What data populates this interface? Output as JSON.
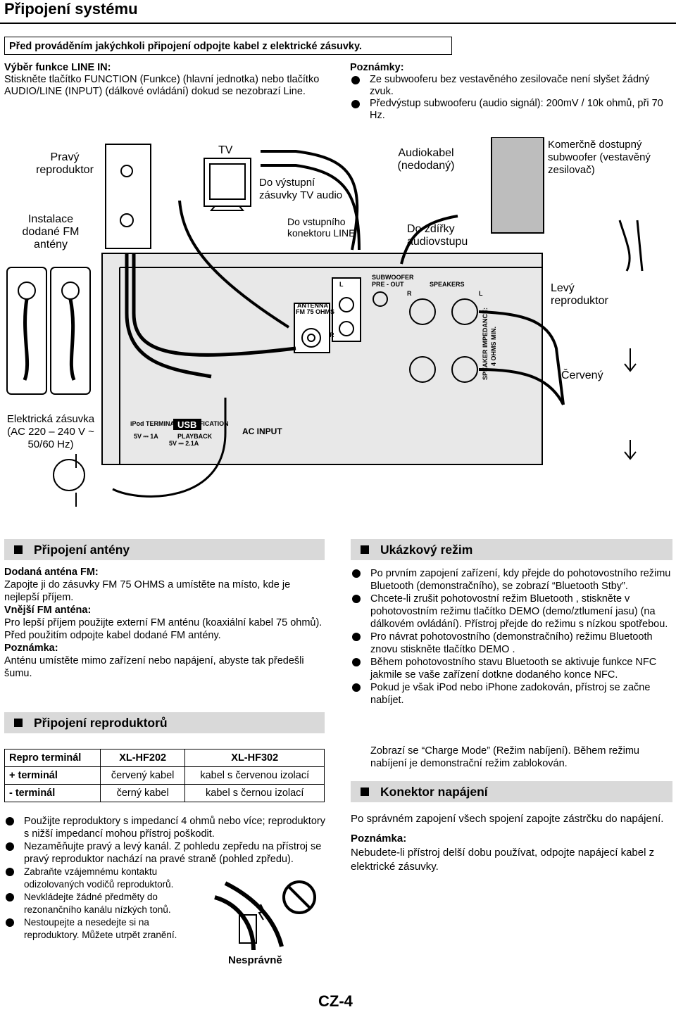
{
  "page": {
    "title": "Připojení systému",
    "warning": "Před prováděním jakýchkoli připojení odpojte kabel z elektrické zásuvky.",
    "page_number": "CZ-4"
  },
  "intro": {
    "heading": "Výběr funkce LINE IN:",
    "text": "Stiskněte tlačítko FUNCTION (Funkce) (hlavní jednotka) nebo tlačítko AUDIO/LINE (INPUT) (dálkové ovládání) dokud se nezobrazí Line."
  },
  "notes_top": {
    "heading": "Poznámky:",
    "items": [
      "Ze subwooferu bez vestavěného zesilovače není slyšet žádný zvuk.",
      "Předvýstup subwooferu (audio signál): 200mV / 10k ohmů, při 70 Hz."
    ]
  },
  "diagram": {
    "right_speaker": "Pravý reproduktor",
    "tv": "TV",
    "tv_audio_out": "Do výstupní zásuvky TV audio",
    "audio_cable": "Audiokabel (nedodaný)",
    "subwoofer": "Komerčně dostupný subwoofer (vestavěný zesilovač)",
    "fm_antenna": "Instalace dodané FM antény",
    "line_in": "Do vstupního konektoru LINE",
    "audio_out": "Do zdířky audiovstupu",
    "left_speaker": "Levý reproduktor",
    "red": "Červený",
    "outlet": "Elektrická zásuvka (AC 220 – 240 V ~ 50/60 Hz)",
    "panel": {
      "antenna": "ANTENNA",
      "fm75": "FM  75 OHMS",
      "line_l": "L",
      "line_r": "R",
      "sub": "SUBWOOFER",
      "preout": "PRE - OUT",
      "speakers": "SPEAKERS",
      "sp_r": "R",
      "sp_l": "L",
      "imp": "SPEAKER IMPEDANCE:",
      "imp2": "4 OHMS MIN.",
      "ipod": "iPod TERMINAL SPECIFICATION",
      "ipod_v": "5V ⎓ 1A",
      "usb": "USB",
      "playback": "PLAYBACK",
      "usb_v": "5V ⎓ 2.1A",
      "acinput": "AC INPUT"
    }
  },
  "antenna_section": {
    "heading": "Připojení antény",
    "h1": "Dodaná anténa FM:",
    "t1": "Zapojte ji do zásuvky FM 75 OHMS a umístěte na místo, kde je nejlepší příjem.",
    "h2": "Vnější FM anténa:",
    "t2": "Pro lepší příjem použijte externí FM anténu (koaxiální kabel 75 ohmů). Před použitím odpojte kabel dodané FM antény.",
    "h3": "Poznámka:",
    "t3": "Anténu umístěte mimo zařízení nebo napájení, abyste tak předešli šumu."
  },
  "speaker_section": {
    "heading": "Připojení reproduktorů",
    "table": {
      "header": [
        "Repro terminál",
        "XL-HF202",
        "XL-HF302"
      ],
      "rows": [
        [
          "+ terminál",
          "červený kabel",
          "kabel s červenou izolací"
        ],
        [
          "- terminál",
          "černý kabel",
          "kabel s černou izolací"
        ]
      ]
    },
    "items": [
      "Použijte reproduktory s impedancí 4 ohmů nebo více; reproduktory s nižší impedancí mohou přístroj poškodit.",
      "Nezaměňujte pravý a levý kanál. Z pohledu zepředu na přístroj se pravý reproduktor nachází na pravé straně (pohled zpředu).",
      "Zabraňte vzájemnému kontaktu odizolovaných vodičů reproduktorů.",
      "Nevkládejte žádné předměty do rezonančního kanálu nízkých tonů.",
      "Nestoupejte a nesedejte si na reproduktory. Můžete utrpět zranění."
    ],
    "wrong": "Nesprávně"
  },
  "demo_section": {
    "heading": "Ukázkový režim",
    "items": [
      "Po prvním zapojení zařízení, kdy přejde do pohotovostního režimu Bluetooth (demonstračního), se zobrazí “Bluetooth Stby”.",
      "Chcete-li zrušit pohotovostní režim Bluetooth , stiskněte v pohotovostním režimu tlačítko DEMO (demo/ztlumení jasu) (na dálkovém ovládání). Přístroj přejde do režimu s nízkou spotřebou.",
      "Pro návrat pohotovostního (demonstračního) režimu Bluetooth znovu stiskněte tlačítko DEMO .",
      "Během pohotovostního stavu Bluetooth se aktivuje funkce NFC jakmile se vaše zařízení dotkne dodaného konce NFC.",
      "Pokud je však iPod nebo iPhone zadokován, přístroj se začne nabíjet.",
      "Zobrazí se “Charge Mode” (Režim nabíjení). Během režimu nabíjení je demonstrační režim zablokován."
    ]
  },
  "power_section": {
    "heading": "Konektor napájení",
    "text": "Po správném zapojení všech spojení zapojte zástrčku do napájení.",
    "note_h": "Poznámka:",
    "note": "Nebudete-li přístroj delší dobu používat, odpojte napájecí kabel z elektrické zásuvky."
  },
  "colors": {
    "section_bg": "#d9d9d9",
    "panel_bg": "#e8e8e8"
  }
}
